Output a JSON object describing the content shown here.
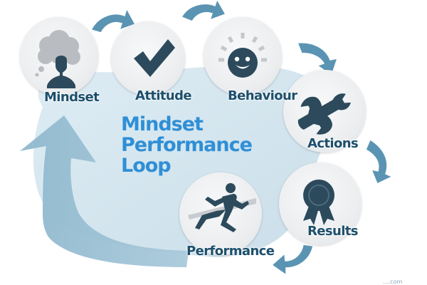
{
  "diagram": {
    "title_lines": [
      "Mindset",
      "Performance",
      "Loop"
    ],
    "credit": "....com",
    "colors": {
      "title": "#2f8fd6",
      "label": "#1d4f6c",
      "icon": "#2c4a5c",
      "arrow": "#5b94b3",
      "loop": "#c9dfea"
    },
    "steps": [
      {
        "label": "Mindset",
        "icon": "person-thinking-icon"
      },
      {
        "label": "Attitude",
        "icon": "checkmark-icon"
      },
      {
        "label": "Behaviour",
        "icon": "smiley-icon"
      },
      {
        "label": "Actions",
        "icon": "wrench-icon"
      },
      {
        "label": "Results",
        "icon": "award-ribbon-icon"
      },
      {
        "label": "Performance",
        "icon": "runner-icon"
      }
    ]
  }
}
